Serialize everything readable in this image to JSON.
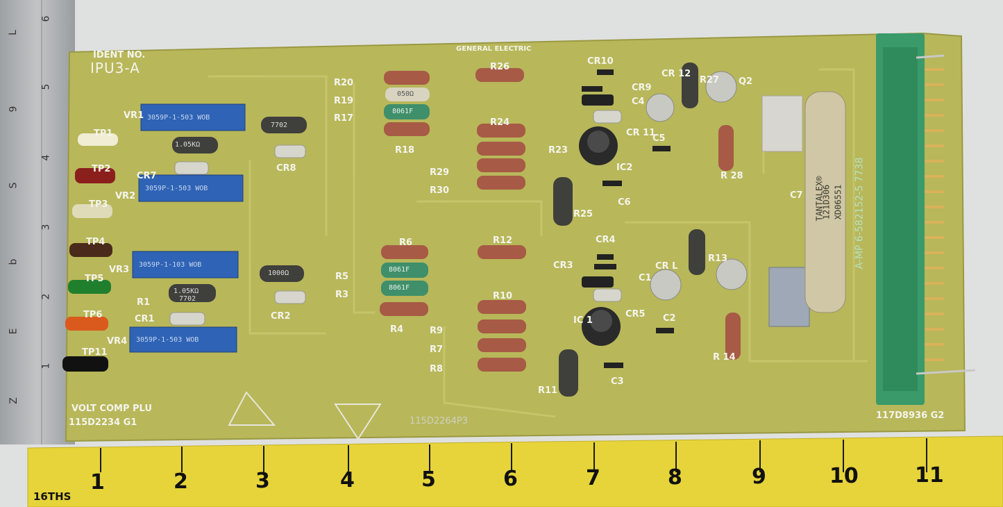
{
  "board": {
    "ident_label": "IDENT  NO.",
    "ident_value": "IPU3-A",
    "maker": "GENERAL ELECTRIC",
    "function_label": "VOLT  COMP  PLU",
    "part_left": "115D2234 G1",
    "part_center": "115D2264P3",
    "part_right": "117D8936 G2",
    "connector_text": "A-MP 6-582152-5  7738",
    "capacitor_c7_text": [
      "TANTALEX®",
      "121D306",
      "XD06551"
    ]
  },
  "component_labels": {
    "tp1": "TP1",
    "tp2": "TP2",
    "tp3": "TP3",
    "tp4": "TP4",
    "tp5": "TP5",
    "tp6": "TP6",
    "tp11": "TP11",
    "vr1": "VR1",
    "vr2": "VR2",
    "vr3": "VR3",
    "vr4": "VR4",
    "cr7": "CR7",
    "cr8": "CR8",
    "cr1": "CR1",
    "cr2": "CR2",
    "r1": "R1",
    "r3": "R3",
    "r5": "R5",
    "r4": "R4",
    "r6": "R6",
    "r17": "R17",
    "r18": "R18",
    "r19": "R19",
    "r20": "R20",
    "r24": "R24",
    "r26": "R26",
    "r23": "R23",
    "r25": "R25",
    "r29": "R29",
    "r30": "R30",
    "r12": "R12",
    "r10": "R10",
    "r9": "R9",
    "r7": "R7",
    "r8": "R8",
    "r11": "R11",
    "cr10": "CR10",
    "cr9": "CR9",
    "c4": "C4",
    "c5": "C5",
    "c6": "C6",
    "ic2": "IC2",
    "cr12": "CR 12",
    "r27": "R27",
    "q2": "Q2",
    "r28": "R 28",
    "cr11": "CR 11",
    "cr4": "CR4",
    "cr3": "CR3",
    "c1": "C1",
    "c2": "C2",
    "c3": "C3",
    "ic1": "IC 1",
    "cr5": "CR5",
    "cr_l": "CR L",
    "r13": "R13",
    "r14": "R 14",
    "c7": "C7"
  },
  "resistor_markings": {
    "r1": "1.05KΩ",
    "r1b": "7702",
    "r_top": "1.05KΩ",
    "r_top_b": "7702",
    "r_mid": "1000Ω",
    "r_green1": "8061F",
    "r_green2": "8061F",
    "r_green3": "8061F",
    "r_beige": "050Ω",
    "pot_vr1": "3059P-1-503 WOB",
    "pot_vr2": "3059P-1-503 WOB",
    "pot_vr3": "3059P-1-103 WOB",
    "pot_vr4": "3059P-1-503 WOB"
  },
  "ruler_bottom": {
    "unit_label": "16THS",
    "numbers": [
      "1",
      "2",
      "3",
      "4",
      "5",
      "6",
      "7",
      "8",
      "9",
      "10",
      "11"
    ]
  },
  "ruler_left": {
    "numbers": [
      "6",
      "5",
      "4",
      "3",
      "2",
      "1"
    ],
    "secondary": [
      "L",
      "9",
      "S",
      "b",
      "E",
      "Z"
    ]
  },
  "colors": {
    "pcb": "#b9b85a",
    "pcb_dark": "#a5a447",
    "silk": "#f1f1e6",
    "connector": "#3a9a6a",
    "ruler_yellow": "#e6d43a",
    "ruler_metal": "#a8abae",
    "pot_blue": "#2f63b5",
    "resistor_brown": "#a75a45",
    "resistor_green": "#3f8f6b"
  }
}
